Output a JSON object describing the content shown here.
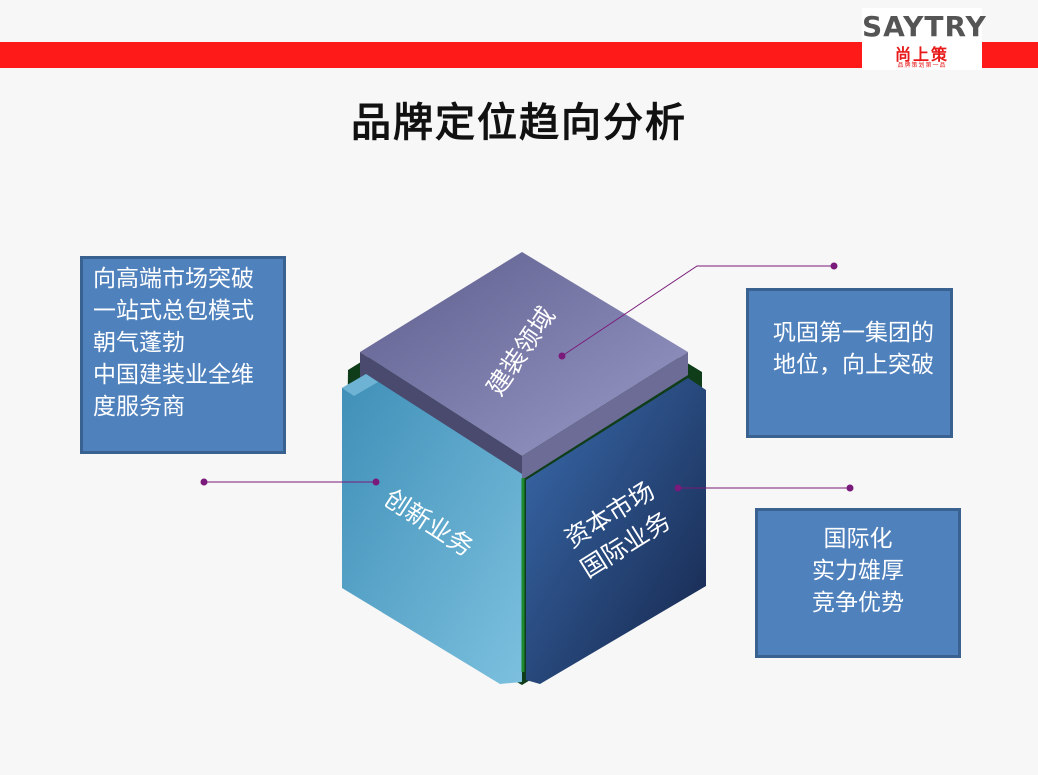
{
  "header": {
    "logo_text": "SAYTRY",
    "logo_cn": "尚上策",
    "logo_sub": "品牌策划第一品"
  },
  "title": "品牌定位趋向分析",
  "cube": {
    "top_label": "建装领域",
    "left_label": "创新业务",
    "right_label_line1": "资本市场",
    "right_label_line2": "国际业务"
  },
  "boxes": {
    "left": [
      "向高端市场突破",
      "一站式总包模式",
      "朝气蓬勃",
      "中国建装业全维",
      "度服务商"
    ],
    "right_top": [
      "巩固第一集团的",
      "地位，向上突破"
    ],
    "right_bottom": [
      "国际化",
      "实力雄厚",
      "竞争优势"
    ]
  },
  "colors": {
    "red_bar": "#ff1a1a",
    "box_fill": "#4f81bd",
    "cube_top": "#7a7ab0",
    "cube_left": "#5aa8cc",
    "cube_right": "#2f5597",
    "connector": "#7a1a7a"
  }
}
